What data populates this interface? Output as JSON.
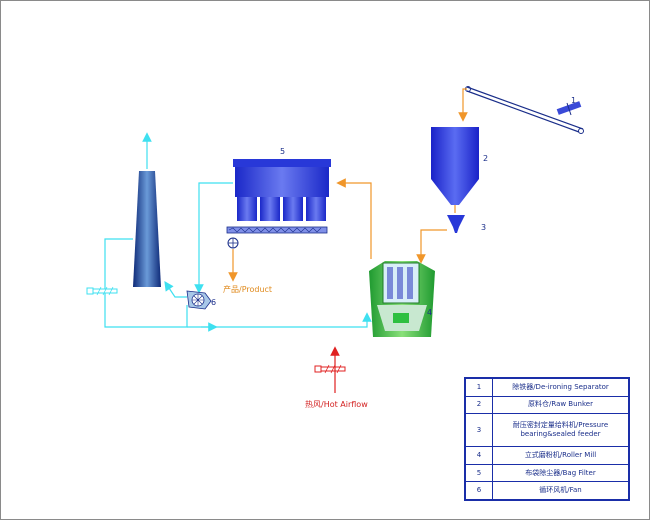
{
  "diagram": {
    "numbers": {
      "n1": "1",
      "n2": "2",
      "n3": "3",
      "n4": "4",
      "n5": "5",
      "n6": "6"
    },
    "product_label": "产品/Product",
    "hot_airflow_label": "热风/Hot Airflow",
    "colors": {
      "material_flow": "#f0962a",
      "air_flow": "#3ee0f0",
      "hot_air": "#e02020",
      "equipment_blue": "#2838d8",
      "mill_green": "#2ec040"
    }
  },
  "legend": {
    "rows": [
      {
        "num": "1",
        "text": "除铁器/De-ironing Separator"
      },
      {
        "num": "2",
        "text": "原料仓/Raw Bunker"
      },
      {
        "num": "3",
        "text": "耐压密封定量给料机/Pressure bearing&sealed feeder"
      },
      {
        "num": "4",
        "text": "立式磨粉机/Roller Mill"
      },
      {
        "num": "5",
        "text": "布袋除尘器/Bag Filter"
      },
      {
        "num": "6",
        "text": "循环风机/Fan"
      }
    ]
  }
}
